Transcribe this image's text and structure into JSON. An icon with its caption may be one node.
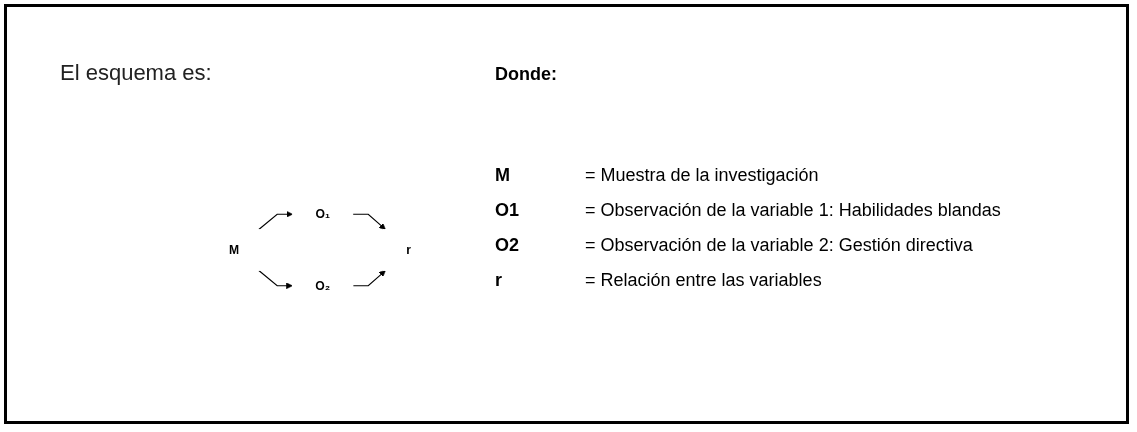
{
  "diagram": {
    "title": "El esquema es:",
    "nodes": [
      {
        "text": [
          "M"
        ]
      },
      {
        "text": [
          "O₁"
        ]
      },
      {
        "text": [
          "r"
        ]
      },
      {
        "text": [
          "O₂"
        ]
      }
    ],
    "edges": [
      {
        "from": 0,
        "to": 1,
        "arrow": "to"
      },
      {
        "from": 0,
        "to": 3,
        "arrow": "to"
      },
      {
        "from": 1,
        "to": 2,
        "arrow": "to"
      },
      {
        "from": 3,
        "to": 2,
        "arrow": "to"
      }
    ],
    "labels": [
      "Donde:",
      "M",
      "= Muestra de la investigación",
      "O1",
      "= Observación de la variable 1: Habilidades blandas",
      "O2",
      "= Observación de la variable 2: Gestión directiva",
      "r",
      "= Relación entre las variables"
    ]
  }
}
